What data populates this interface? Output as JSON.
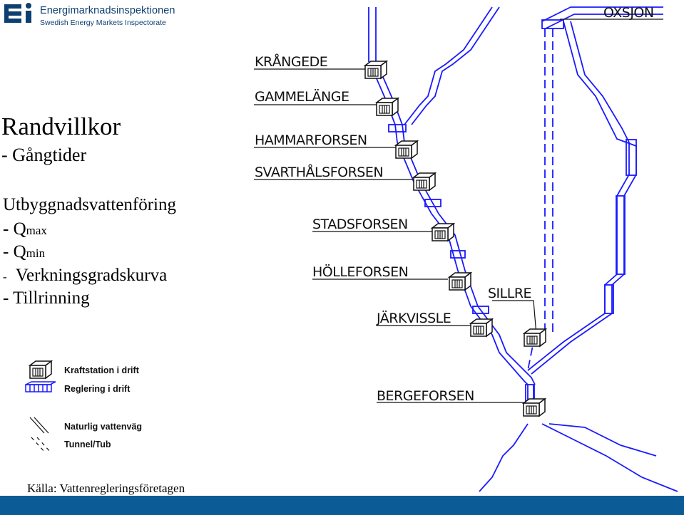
{
  "logo": {
    "name": "Energimarknadsinspektionen",
    "subtitle": "Swedish Energy Markets Inspectorate",
    "brand_color": "#0d3f70"
  },
  "heading": {
    "title": "Randvillkor",
    "subtitle": "- Gångtider"
  },
  "conditions": {
    "head": "Utbyggnadsvattenföring",
    "qmax_prefix": "- Q",
    "qmax_sub": "max",
    "qmin_prefix": "- Q",
    "qmin_sub": "min",
    "efficiency_dash": "-",
    "efficiency": "Verkningsgradskurva",
    "inflow": "- Tillrinning"
  },
  "stations": [
    "OXSJON",
    "KRÅNGEDE",
    "GAMMELÄNGE",
    "HAMMARFORSEN",
    "SVARTHÅLSFORSEN",
    "STADSFORSEN",
    "HÖLLEFORSEN",
    "SILLRE",
    "JÄRKVISSLE",
    "BERGEFORSEN"
  ],
  "legend": {
    "power_station": "Kraftstation i drift",
    "regulation": "Reglering i drift",
    "natural_waterway": "Naturlig vattenväg",
    "tunnel": "Tunnel/Tub"
  },
  "source": "Källa: Vattenregleringsföretagen",
  "colors": {
    "water": "#1a1aff",
    "station": "#111111",
    "bar": "#0b5b96"
  }
}
